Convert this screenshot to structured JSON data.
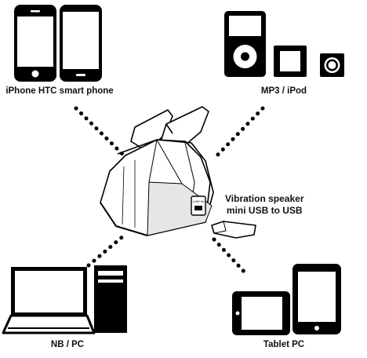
{
  "labels": {
    "phone": "iPhone HTC smart phone",
    "mp3": "MP3 / iPod",
    "nbpc": "NB / PC",
    "tablet": "Tablet PC"
  },
  "speaker_note": {
    "line1": "Vibration speaker",
    "line2": "mini USB to USB"
  },
  "port_label": "LINE IN",
  "colors": {
    "ink": "#000000",
    "paper": "#ffffff",
    "speaker_shade": "#e6e6e6"
  }
}
